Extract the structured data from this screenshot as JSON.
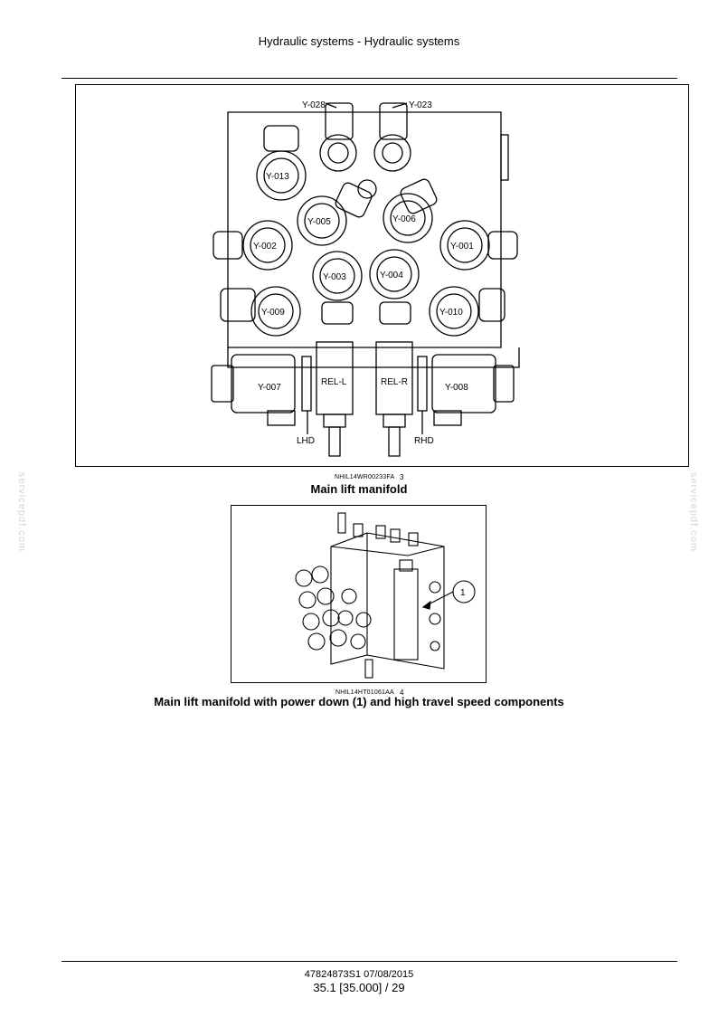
{
  "header": {
    "title": "Hydraulic systems - Hydraulic systems"
  },
  "figure1": {
    "image_id": "NHIL14WR00233FA",
    "number": "3",
    "caption": "Main lift manifold",
    "labels": {
      "y028": "Y-028",
      "y023": "Y-023",
      "y013": "Y-013",
      "y005": "Y-005",
      "y006": "Y-006",
      "y002": "Y-002",
      "y001": "Y-001",
      "y003": "Y-003",
      "y004": "Y-004",
      "y009": "Y-009",
      "y010": "Y-010",
      "y007": "Y-007",
      "y008": "Y-008",
      "rel_l": "REL-L",
      "rel_r": "REL-R",
      "lhd": "LHD",
      "rhd": "RHD"
    }
  },
  "figure2": {
    "image_id": "NHIL14HT01061AA",
    "number": "4",
    "caption": "Main lift manifold with power down (1) and high travel speed components",
    "callout": "1"
  },
  "watermark": {
    "text": "servicepdf.com"
  },
  "footer": {
    "doc_ref": "47824873S1 07/08/2015",
    "page": "35.1 [35.000] / 29"
  }
}
